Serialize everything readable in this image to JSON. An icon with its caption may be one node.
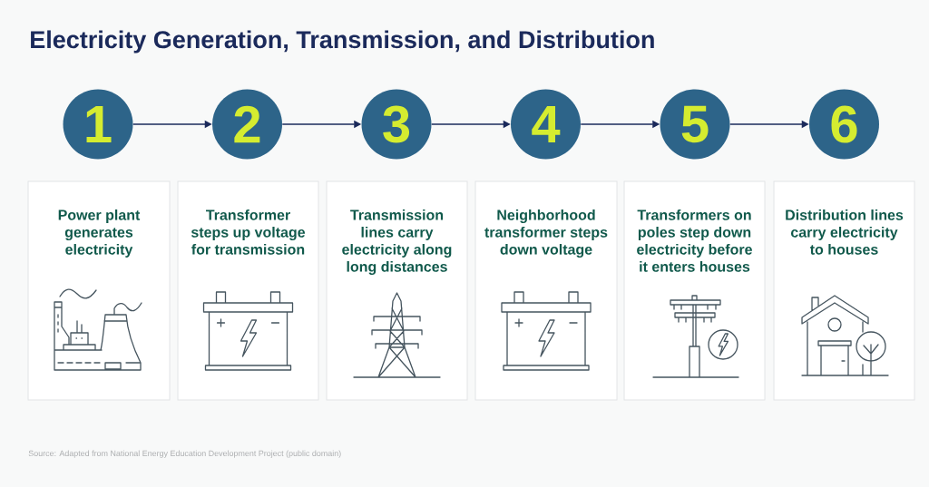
{
  "diagram": {
    "title": "Electricity Generation, Transmission, and Distribution",
    "nodes": [
      {
        "text": [
          "1"
        ]
      },
      {
        "text": [
          "2"
        ]
      },
      {
        "text": [
          "3"
        ]
      },
      {
        "text": [
          "4"
        ]
      },
      {
        "text": [
          "5"
        ]
      },
      {
        "text": [
          "6"
        ]
      },
      {
        "text": [
          "Power plant generates electricity"
        ]
      },
      {
        "text": [
          "Transformer steps up voltage for transmission"
        ]
      },
      {
        "text": [
          "Transmission lines carry electricity along long distances"
        ]
      },
      {
        "text": [
          "Neighborhood transformer steps down voltage"
        ]
      },
      {
        "text": [
          "Transformers on poles step down electricity before it enters houses"
        ]
      },
      {
        "text": [
          "Distribution lines carry electricity to houses"
        ]
      }
    ],
    "edges": [
      {
        "from": 0,
        "to": 1,
        "arrow": "to"
      },
      {
        "from": 1,
        "to": 2,
        "arrow": "to"
      },
      {
        "from": 2,
        "to": 3,
        "arrow": "to"
      },
      {
        "from": 3,
        "to": 4,
        "arrow": "to"
      },
      {
        "from": 4,
        "to": 5,
        "arrow": "to"
      }
    ],
    "labels": [
      "Source: Adapted from National Energy Education Development Project (public domain)"
    ]
  }
}
